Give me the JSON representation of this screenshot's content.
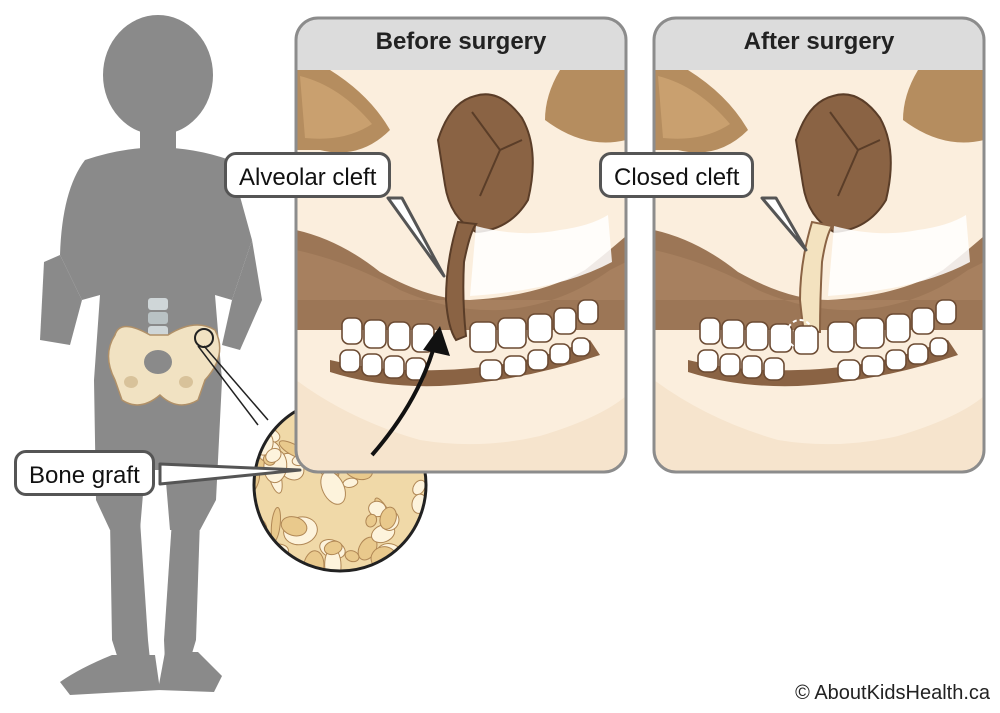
{
  "panels": {
    "before_title": "Before surgery",
    "after_title": "After surgery"
  },
  "labels": {
    "alveolar_cleft": "Alveolar cleft",
    "closed_cleft": "Closed cleft",
    "bone_graft": "Bone graft"
  },
  "copyright": "© AboutKidsHealth.ca",
  "colors": {
    "silhouette": "#8a8a8a",
    "skull": "#fbeedd",
    "bone_dark": "#8a6344",
    "bone_mid": "#b99370",
    "panel_border": "#8c8c8c",
    "panel_header": "#dcdcdc"
  }
}
